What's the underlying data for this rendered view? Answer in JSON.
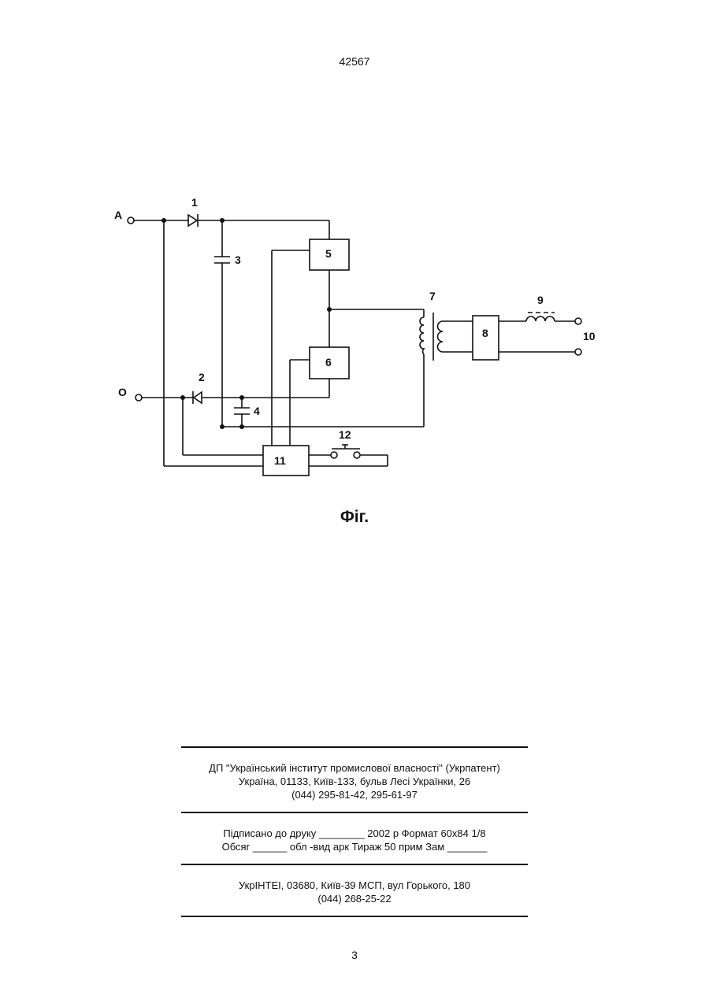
{
  "header": {
    "page_number": "42567"
  },
  "figure": {
    "caption": "Фіг.",
    "terminal_a": "A",
    "terminal_o": "O",
    "labels": {
      "l1": "1",
      "l2": "2",
      "l3": "3",
      "l4": "4",
      "l5": "5",
      "l6": "6",
      "l7": "7",
      "l8": "8",
      "l9": "9",
      "l10": "10",
      "l11": "11",
      "l12": "12"
    }
  },
  "imprint": {
    "org_line1": "ДП \"Український інститут промислової власності\" (Укрпатент)",
    "org_line2": "Україна, 01133, Київ-133, бульв  Лесі Українки, 26",
    "org_line3": "(044) 295-81-42, 295-61-97",
    "sign_line1": "Підписано до друку ________ 2002 р     Формат 60х84 1/8",
    "sign_line2": "Обсяг ______ обл -вид  арк    Тираж 50 прим     Зам _______",
    "print_line1": "УкрІНТЕІ, 03680, Київ-39 МСП, вул  Горького, 180",
    "print_line2": "(044) 268-25-22"
  },
  "footer": {
    "page_number": "3"
  }
}
